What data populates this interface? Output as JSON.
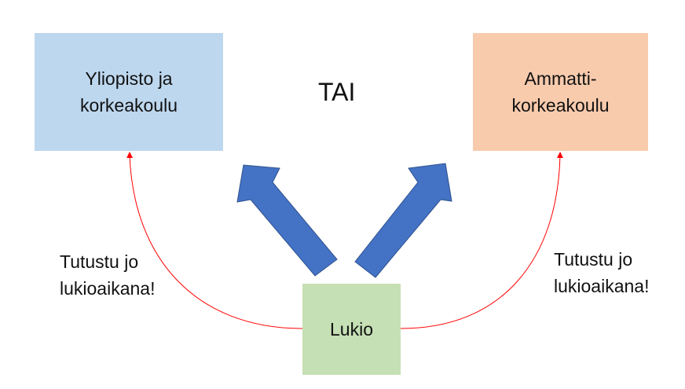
{
  "boxes": {
    "university": {
      "line1": "Yliopisto ja",
      "line2": "korkeakoulu",
      "color": "#bdd7ee"
    },
    "uas": {
      "line1": "Ammatti-",
      "line2": "korkeakoulu",
      "color": "#f8cbad"
    },
    "upper_secondary": {
      "label": "Lukio",
      "color": "#c5e0b4"
    }
  },
  "or_label": "TAI",
  "notes": {
    "left": {
      "line1": "Tutustu jo",
      "line2": "lukioaikana!"
    },
    "right": {
      "line1": "Tutustu jo",
      "line2": "lukioaikana!"
    }
  },
  "colors": {
    "arrow": "#4472c4",
    "arrow_stroke": "#2f528f",
    "curve": "#ff0000"
  }
}
